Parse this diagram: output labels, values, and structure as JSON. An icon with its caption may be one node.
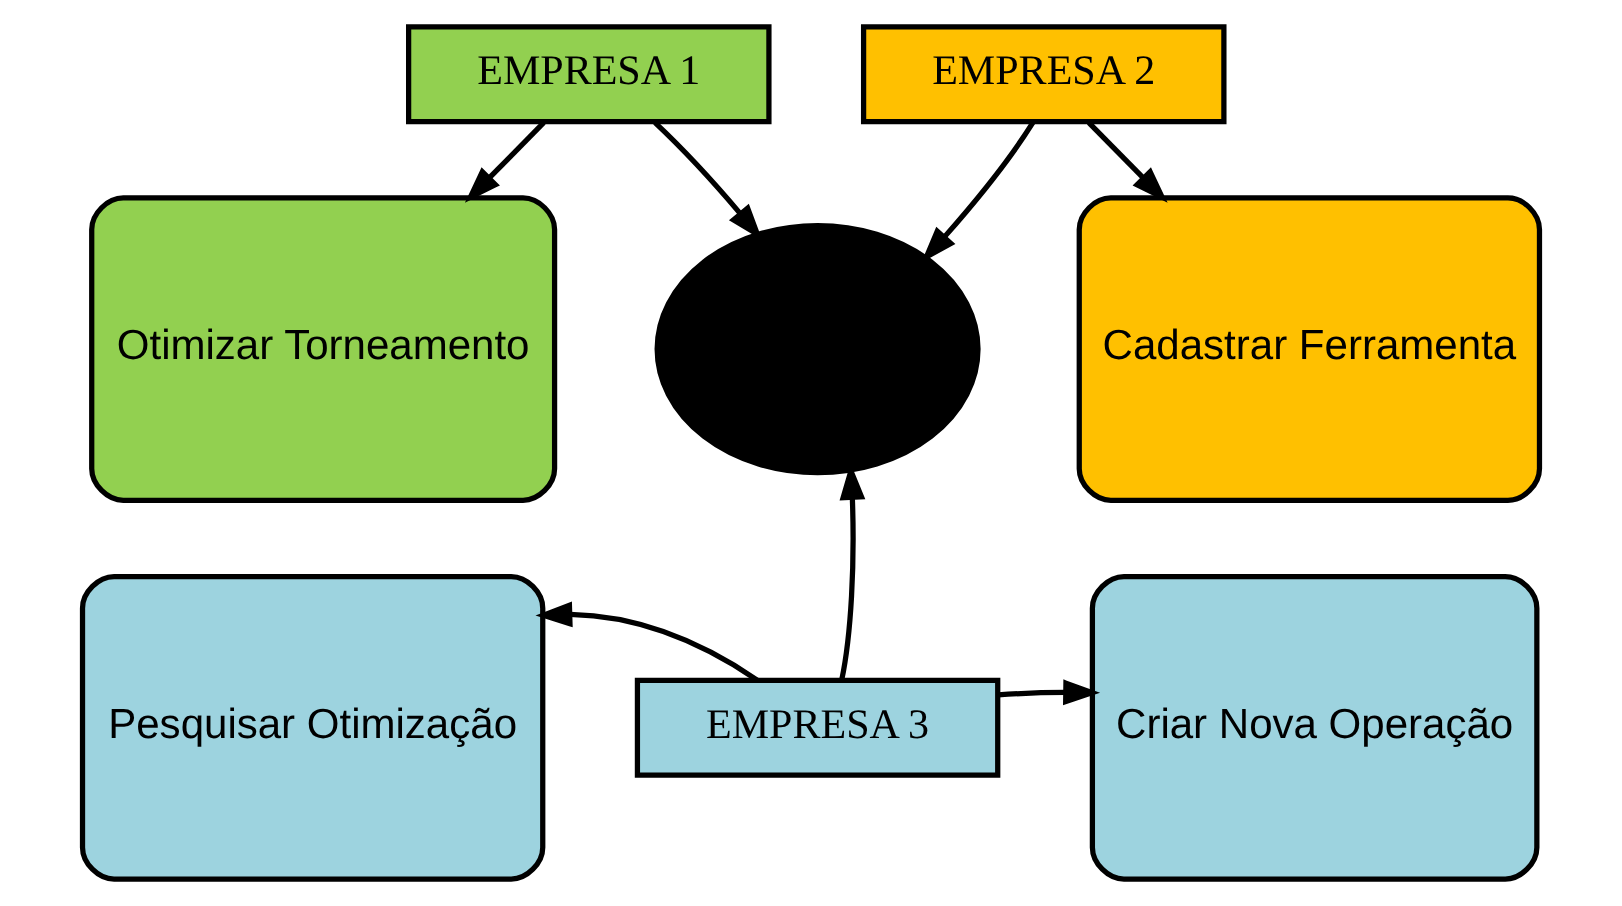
{
  "diagram": {
    "nodes": [
      {
        "text": [
          "EMPRESA 1"
        ]
      },
      {
        "text": [
          "Otimizar Torneamento"
        ]
      },
      {
        "text": [],
        "shape": "ellipse"
      },
      {
        "text": [
          "EMPRESA 2"
        ]
      },
      {
        "text": [
          "Cadastrar Ferramenta"
        ]
      },
      {
        "text": [
          "Pesquisar Otimização"
        ]
      },
      {
        "text": [
          "EMPRESA 3"
        ]
      },
      {
        "text": [
          "Criar Nova Operação"
        ]
      }
    ],
    "edges": [
      {
        "from": 0,
        "to": 1,
        "arrow": "to"
      },
      {
        "from": 0,
        "to": 2,
        "arrow": "to"
      },
      {
        "from": 3,
        "to": 2,
        "arrow": "to"
      },
      {
        "from": 3,
        "to": 4,
        "arrow": "to"
      },
      {
        "from": 6,
        "to": 2,
        "arrow": "to"
      },
      {
        "from": 6,
        "to": 5,
        "arrow": "to"
      },
      {
        "from": 6,
        "to": 7,
        "arrow": "to"
      }
    ]
  }
}
